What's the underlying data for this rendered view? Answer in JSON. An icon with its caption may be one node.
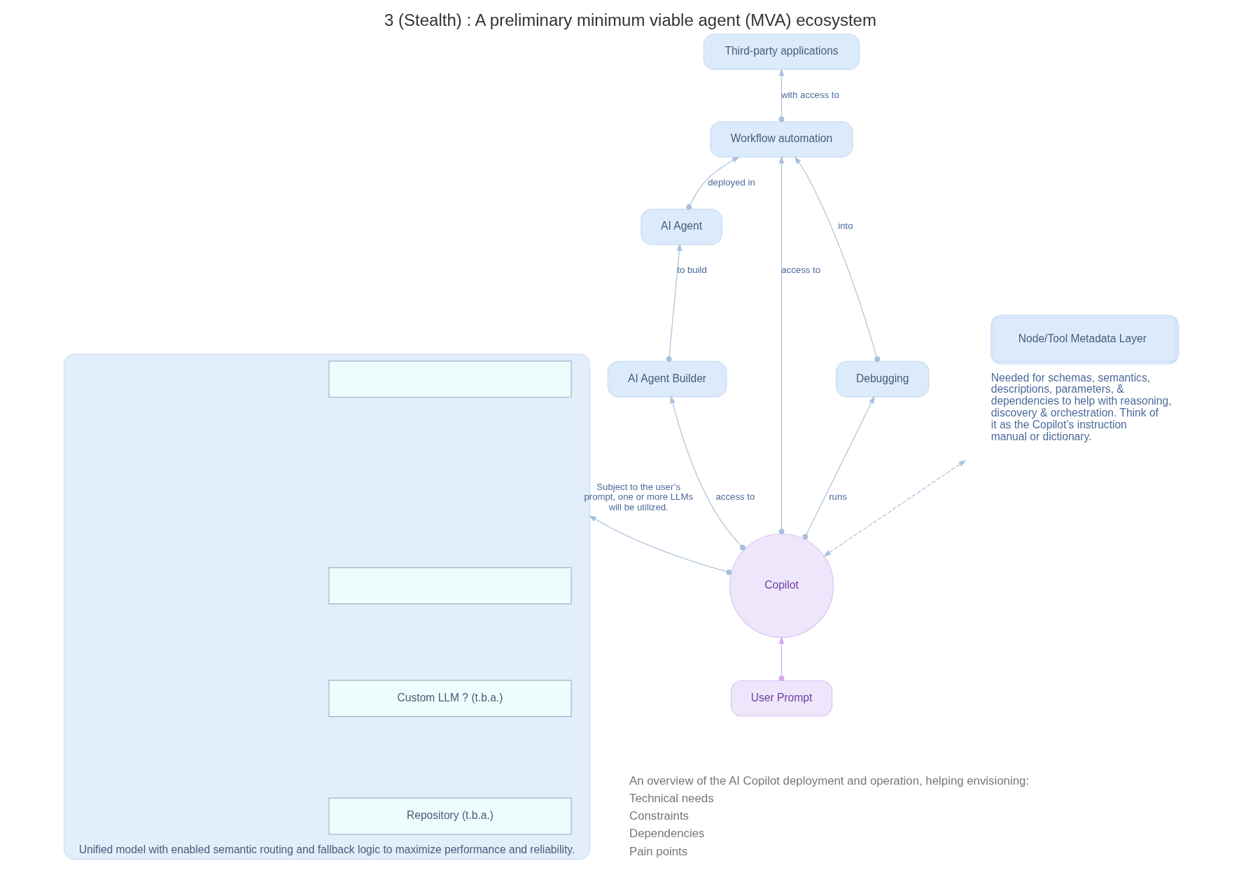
{
  "diagram": {
    "title": "3 (Stealth) : A preliminary minimum viable agent (MVA) ecosystem",
    "nodes": [
      {
        "text": [
          "AI Agent"
        ]
      },
      {
        "text": [
          "Third-party applications"
        ]
      },
      {
        "text": [
          "AI Agent Builder"
        ]
      },
      {
        "text": [
          "Workflow automation"
        ]
      },
      {
        "text": [
          "Debugging"
        ]
      },
      {
        "text": [
          "Copilot"
        ]
      },
      {
        "text": [
          "Node/Tool Metadata Layer"
        ],
        "beside": [
          "Needed for schemas, semantics, descriptions, parameters, & dependencies to help with reasoning, discovery & orchestration. Think of it as the Copilot’s instruction manual or dictionary."
        ]
      },
      {
        "text": [
          "User Prompt"
        ]
      },
      {
        "text": [
          "Unified model with enabled semantic routing and fallback logic to maximize performance and reliability."
        ]
      },
      {
        "text": [],
        "shape": "box",
        "in": 8
      },
      {
        "text": [],
        "shape": "box",
        "in": 8
      },
      {
        "text": [
          "Custom LLM ? (t.b.a.)"
        ],
        "in": 8
      },
      {
        "text": [
          "Repository (t.b.a.)"
        ],
        "in": 8
      }
    ],
    "edges": [
      {
        "from": 2,
        "to": 0,
        "arrow": "to",
        "label": "to build"
      },
      {
        "from": 0,
        "to": 3,
        "arrow": "to",
        "label": "deployed in"
      },
      {
        "from": 3,
        "to": 1,
        "arrow": "to",
        "label": "with access to"
      },
      {
        "from": 4,
        "to": 3,
        "arrow": "to",
        "label": "into"
      },
      {
        "from": 5,
        "to": 3,
        "arrow": "to",
        "label": "access to"
      },
      {
        "from": 5,
        "to": 2,
        "arrow": "to",
        "label": "access to"
      },
      {
        "from": 5,
        "to": 4,
        "arrow": "to",
        "label": "runs"
      },
      {
        "from": 7,
        "to": 5,
        "arrow": "to",
        "color": "#d4a6ef"
      },
      {
        "from": 5,
        "to": 8,
        "arrow": "to",
        "label": "Subject to the user’s prompt, one or more LLMs will be utilized."
      },
      {
        "from": 5,
        "to": 6,
        "arrow": "both",
        "style": "dashed"
      }
    ],
    "labels": [
      "An overview of the AI Copilot deployment and operation, helping envisioning:",
      "Technical needs",
      "Constraints",
      "Dependencies",
      "Pain points"
    ]
  }
}
